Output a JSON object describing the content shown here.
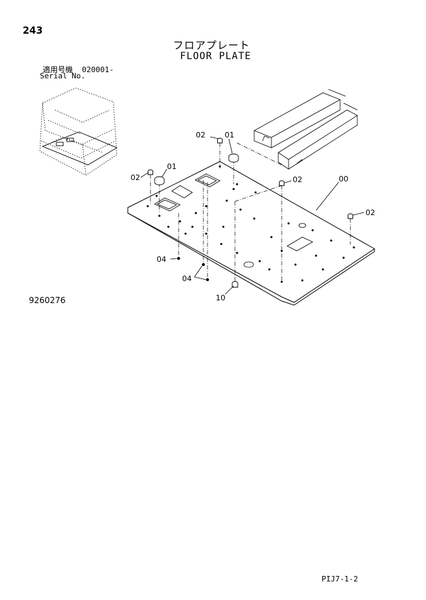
{
  "page_number": "243",
  "title_jp": "フロアプレート",
  "title_en": "FLOOR PLATE",
  "serial_label_jp": "適用号機",
  "serial_value": "020001-",
  "serial_label_en": "Serial No.",
  "figure_number": "9260276",
  "footer_code": "PIJ7-1-2",
  "callouts": {
    "c00": "00",
    "c01a": "01",
    "c01b": "01",
    "c02a": "02",
    "c02b": "02",
    "c02c": "02",
    "c02d": "02",
    "c04a": "04",
    "c04b": "04",
    "c10": "10"
  }
}
